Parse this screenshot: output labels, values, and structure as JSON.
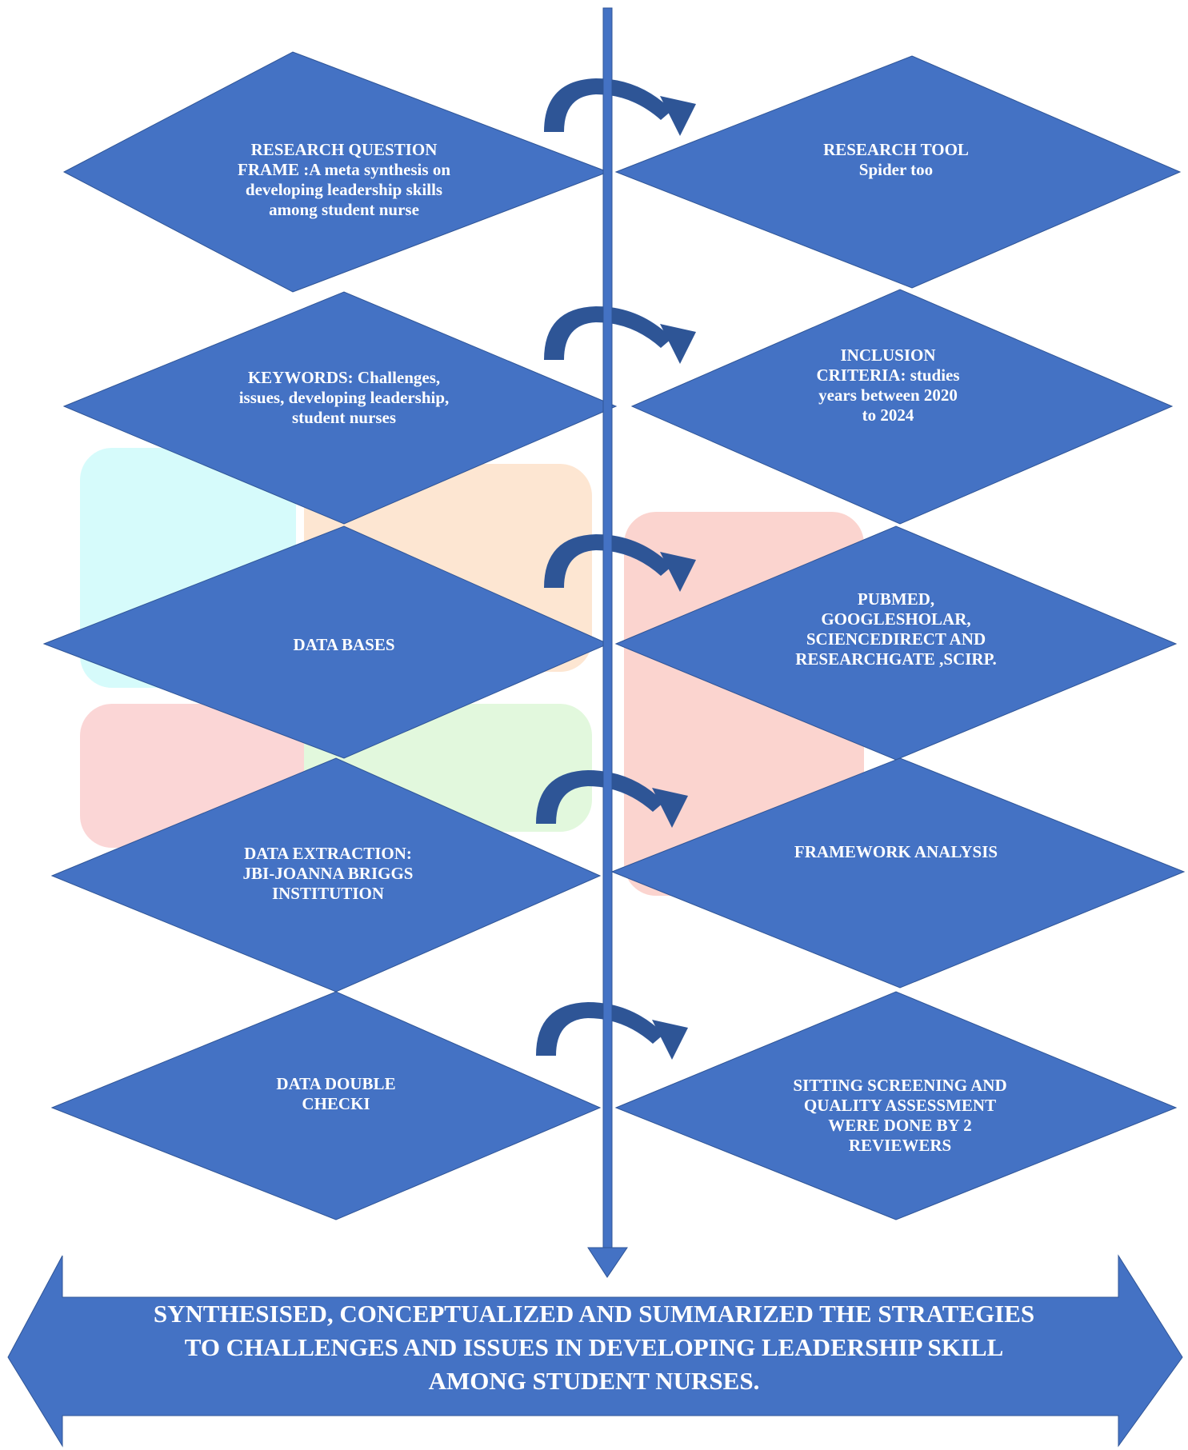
{
  "steps": [
    {
      "left_label": "RESEARCH QUESTION\n     FRAME :A meta synthesis on\n  developing leadership skills\n       among student nurse",
      "right_label": "RESEARCH TOOL\nSpider too"
    },
    {
      "left_label": "KEYWORDS: Challenges,\nissues, developing leadership,\nstudent nurses",
      "right_label": "INCLUSION\nCRITERIA: studies\nyears between 2020\nto 2024"
    },
    {
      "left_label": "DATA BASES",
      "right_label": "PUBMED,\nGOOGLESHOLAR,\nSCIENCEDIRECT AND\nRESEARCHGATE ,SCIRP."
    },
    {
      "left_label": "DATA EXTRACTION:\n     JBI-JOANNA BRIGGS\nINSTITUTION",
      "right_label": "FRAMEWORK ANALYSIS"
    },
    {
      "left_label": "DATA DOUBLE\n  CHECKI",
      "right_label": "SITTING SCREENING AND\nQUALITY ASSESSMENT\nWERE DONE BY 2\nREVIEWERS"
    }
  ],
  "final": {
    "label": "SYNTHESISED, CONCEPTUALIZED AND SUMMARIZED THE STRATEGIES\nTO CHALLENGES AND ISSUES IN DEVELOPING LEADERSHIP SKILL\nAMONG STUDENT NURSES."
  },
  "colors": {
    "shape_fill": "#4472C4",
    "shape_stroke": "#2F5597",
    "curved_arrow": "#2E5596",
    "text": "#FFFFFF"
  }
}
